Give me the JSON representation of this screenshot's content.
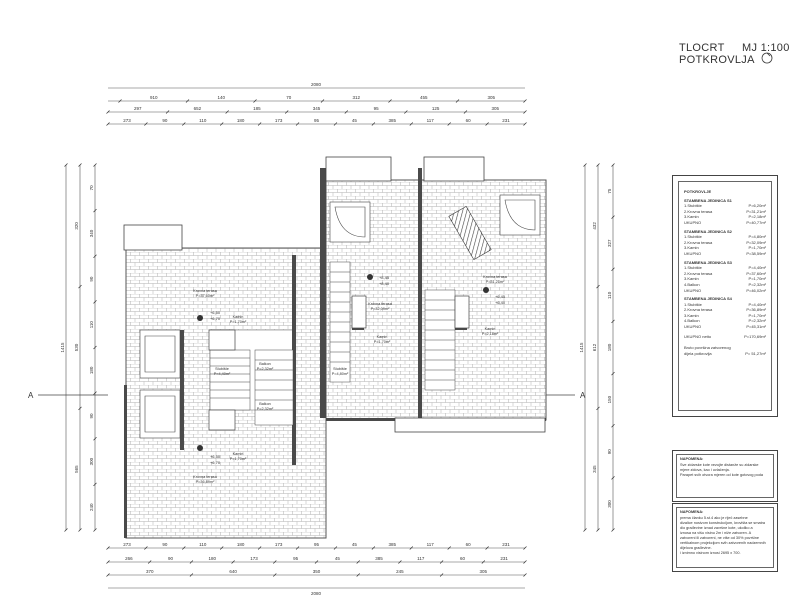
{
  "title": {
    "name": "TLOCRT POTKROVLJA",
    "scale": "MJ 1:100"
  },
  "dimensions": {
    "top_total": "2080",
    "top_row1": [
      "910",
      "140",
      "70",
      "312",
      "455",
      "305"
    ],
    "top_row2": [
      "297",
      "652",
      "185",
      "345",
      "95",
      "125",
      "305"
    ],
    "top_row3": [
      "273",
      "90",
      "110",
      "180",
      "173",
      "95",
      "45",
      "385",
      "117",
      "60",
      "231"
    ],
    "bottom_row1": [
      "273",
      "90",
      "110",
      "180",
      "173",
      "95",
      "45",
      "385",
      "117",
      "60",
      "231"
    ],
    "bottom_row2": [
      "266",
      "90",
      "180",
      "173",
      "95",
      "45",
      "385",
      "117",
      "60",
      "231"
    ],
    "bottom_row3": [
      "370",
      "640",
      "350",
      "245",
      "305"
    ],
    "bottom_total": "2080",
    "left_col1": [
      "1415"
    ],
    "left_col2": [
      "320",
      "530",
      "565"
    ],
    "left_col3": [
      "70",
      "340",
      "90",
      "110",
      "180",
      "90",
      "300",
      "240"
    ],
    "right_col1": [
      "1415"
    ],
    "right_col2": [
      "432",
      "612",
      "345"
    ],
    "right_col3": [
      "75",
      "327",
      "110",
      "180",
      "150",
      "90",
      "300"
    ]
  },
  "section_marks": [
    "A",
    "A"
  ],
  "room_labels": [
    {
      "name": "Krovna terasa",
      "area": "P=37,60m²"
    },
    {
      "name": "Kamin",
      "area": "P=1,70m²"
    },
    {
      "name": "Stubište",
      "area": "P=4,40m²"
    },
    {
      "name": "Balkon",
      "area": "P=2,32m²"
    },
    {
      "name": "Balkon",
      "area": "P=2,32m²"
    },
    {
      "name": "Kamin",
      "area": "P=1,70m²"
    },
    {
      "name": "Krovna terasa",
      "area": "P=36,89m²"
    },
    {
      "name": "Stubište",
      "area": "P=4,80m²"
    },
    {
      "name": "Krovna terasa",
      "area": "P=32,09m²"
    },
    {
      "name": "Kamin",
      "area": "P=1,70m²"
    },
    {
      "name": "Krovna terasa",
      "area": "P=31,21m²"
    },
    {
      "name": "Kamin",
      "area": "P=2,18m²"
    }
  ],
  "level_marks": [
    "+6,50",
    "+6,70",
    "+8,45",
    "+8,40",
    "+6,50",
    "+6,70",
    "+6,45",
    "+6,40"
  ],
  "schedule": {
    "heading": "POTKROVLJE",
    "units": [
      {
        "title": "STAMBENA JEDINICA S1",
        "rows": [
          {
            "label": "1.Stubište",
            "value": "P=6,20m²"
          },
          {
            "label": "2.Krovna terasa",
            "value": "P=31,21m²"
          },
          {
            "label": "3.Kamin",
            "value": "P=2,18m²"
          }
        ],
        "total_label": "UKUPNO",
        "total_value": "P=40,77m²"
      },
      {
        "title": "STAMBENA JEDINICA S2",
        "rows": [
          {
            "label": "1.Stubište",
            "value": "P=4,80m²"
          },
          {
            "label": "2.Krovna terasa",
            "value": "P=32,09m²"
          },
          {
            "label": "3.Kamin",
            "value": "P=1,70m²"
          }
        ],
        "total_label": "UKUPNO",
        "total_value": "P=38,59m²"
      },
      {
        "title": "STAMBENA JEDINICA S3",
        "rows": [
          {
            "label": "1.Stubište",
            "value": "P=4,40m²"
          },
          {
            "label": "2.Krovna terasa",
            "value": "P=37,60m²"
          },
          {
            "label": "3.Kamin",
            "value": "P=1,70m²"
          },
          {
            "label": "4.Balkon",
            "value": "P=2,32m²"
          }
        ],
        "total_label": "UKUPNO",
        "total_value": "P=46,02m²"
      },
      {
        "title": "STAMBENA JEDINICA S4",
        "rows": [
          {
            "label": "1.Stubište",
            "value": "P=4,40m²"
          },
          {
            "label": "2.Krovna terasa",
            "value": "P=36,89m²"
          },
          {
            "label": "3.Kamin",
            "value": "P=1,70m²"
          },
          {
            "label": "4.Balkon",
            "value": "P=2,32m²"
          }
        ],
        "total_label": "UKUPNO",
        "total_value": "P=45,31m²"
      }
    ],
    "grand_total_label": "UKUPNO netto",
    "grand_total_value": "P=170,69m²",
    "footer_line1": "Bruto površina zatvorenog",
    "footer_label": "dijela potkrovlja",
    "footer_value": "P=  51,27m²"
  },
  "note1": {
    "title": "NAPOMENA:",
    "lines": [
      "Sve zidarske kote vezujte distanže su zidarske",
      "mjere zidova, kao i uvlačenja.",
      "Parapet svih otvora mjeren od kote gotovog poda"
    ]
  },
  "note2": {
    "title": "NAPOMENA:",
    "lines": [
      "prema članku 5.st.4 ako je riječ zasebne",
      "dizalice nosivom konstrukcijom, krovišta se smatra",
      "dio građevine iznad završne kote, ukoliko a",
      "iznosa na višu visinu 2m i niže zatvoren. A",
      "zatvoreni ili zatvoreni, ne više od 30% površine",
      "vertikalnom projekcijom svih zatvorenih nadzemnih",
      "dijelova građevine.",
      "i iznimno visinom iznosi 2695 x 700."
    ]
  },
  "colors": {
    "ink": "#222222",
    "wall": "#555555",
    "line": "#777777",
    "paper": "#ffffff"
  }
}
